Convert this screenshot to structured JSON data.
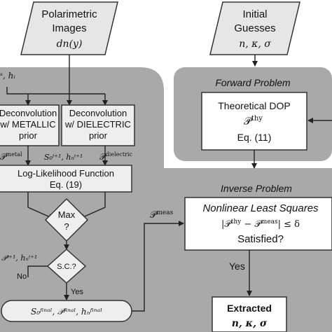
{
  "top_left": {
    "title_l1": "Polarimetric",
    "title_l2": "Images",
    "expr": "dn(y)"
  },
  "top_right": {
    "title_l1": "Initial",
    "title_l2": "Guesses",
    "expr": "n, κ, σ"
  },
  "forward": {
    "label": "Forward Problem",
    "box_l1": "Theoretical DOP",
    "box_sym": "𝒫",
    "box_sup": "thy",
    "box_l3": "Eq. (11)"
  },
  "inverse": {
    "label": "Inverse Problem",
    "box_l1": "Nonlinear Least Squares",
    "eq_left": "|𝒫",
    "eq_sup1": "thy",
    "eq_mid": " − 𝒫",
    "eq_sup2": "meas",
    "eq_right": "| ≤ δ",
    "box_l3": "Satisfied?"
  },
  "left_panel": {
    "top_input": "ˢ, hᵢ",
    "decon_metal_l1": "Deconvolution",
    "decon_metal_l2": "w/ METALLIC",
    "decon_metal_l3": "prior",
    "decon_diel_l1": "Deconvolution",
    "decon_diel_l2": "w/ DIELECTRIC",
    "decon_diel_l3": "prior",
    "out_metal_sym": "𝒫",
    "out_metal_sup": "metal",
    "out_mid": "S₀ⁱ⁺¹, hₙⁱ⁺¹",
    "out_diel_sym": "𝒫",
    "out_diel_sup": "dielectric",
    "loglik_l1": "Log-Likelihood Function",
    "loglik_l2": "Eq. (19)",
    "max_l1": "Max",
    "max_l2": "?",
    "sc": "S.C.?",
    "side_vals": "𝒫ⁱ⁺¹, hₙⁱ⁺¹",
    "no": "No",
    "yes": "Yes",
    "final": "S₀ᶠⁱⁿᵃˡ, 𝒫ᶠⁱⁿᵃˡ, hₙᶠⁱⁿᵃˡ"
  },
  "meas_label_sym": "𝒫",
  "meas_label_sup": "meas",
  "yes_label": "Yes",
  "extracted": {
    "l1": "Extracted",
    "l2": "n, κ, σ"
  }
}
